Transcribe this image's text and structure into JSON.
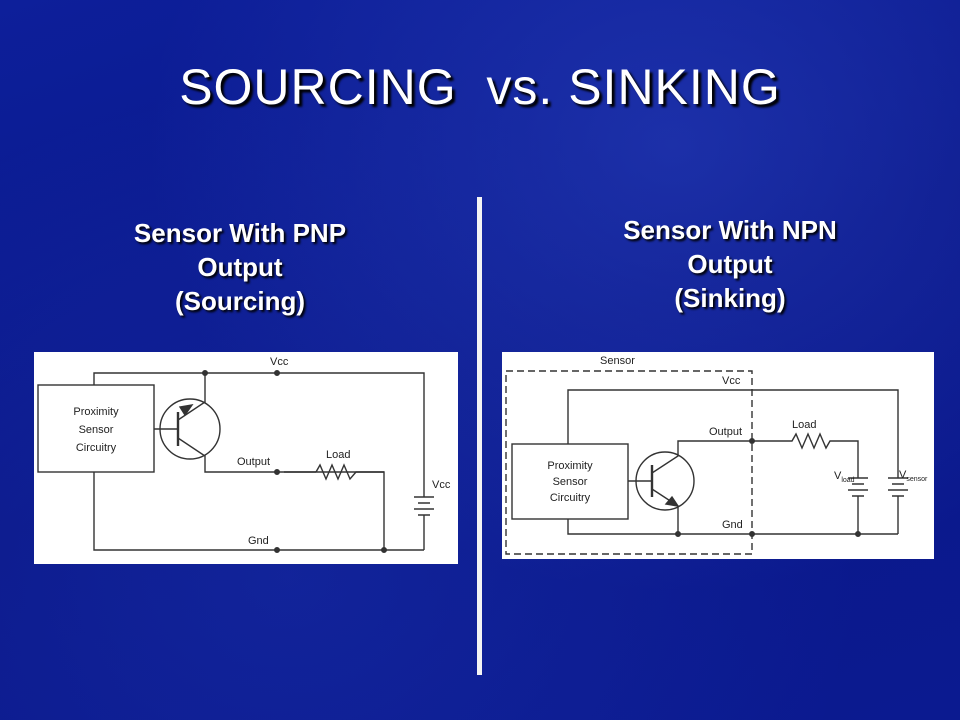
{
  "slide": {
    "title": "SOURCING  vs. SINKING"
  },
  "left": {
    "heading": [
      "Sensor With PNP",
      "Output",
      "(Sourcing)"
    ],
    "diagram": {
      "block_label": [
        "Proximity",
        "Sensor",
        "Circuitry"
      ],
      "vcc_label": "Vcc",
      "output_label": "Output",
      "load_label": "Load",
      "gnd_label": "Gnd",
      "supply_label": "Vcc"
    }
  },
  "right": {
    "heading": [
      "Sensor With NPN",
      "Output",
      "(Sinking)"
    ],
    "diagram": {
      "sensor_label": "Sensor",
      "block_label": [
        "Proximity",
        "Sensor",
        "Circuitry"
      ],
      "vcc_label": "Vcc",
      "output_label": "Output",
      "load_label": "Load",
      "gnd_label": "Gnd",
      "vload_main": "V",
      "vload_sub": "load",
      "vsensor_main": "V",
      "vsensor_sub": "sensor"
    }
  },
  "colors": {
    "background": "#0a1a8c",
    "text": "#ffffff",
    "line": "#333333"
  }
}
